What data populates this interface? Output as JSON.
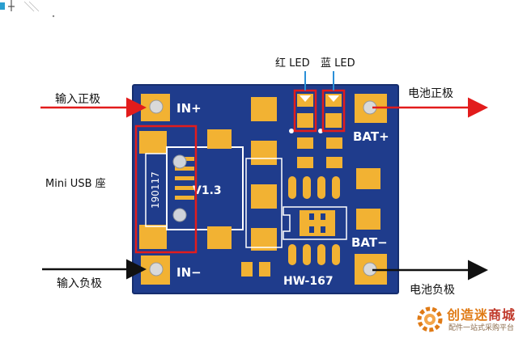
{
  "labels": {
    "input_positive": "输入正极",
    "input_negative": "输入负极",
    "mini_usb": "Mini USB 座",
    "red_led": "红 LED",
    "blue_led": "蓝 LED",
    "bat_positive_out": "电池正极",
    "bat_negative_out": "电池负极"
  },
  "silkscreen": {
    "in_plus": "IN+",
    "in_minus": "IN−",
    "bat_plus": "BAT+",
    "bat_minus": "BAT−",
    "model": "HW-167",
    "version": "V1.3",
    "date_code": "190117"
  },
  "watermark": {
    "title_a": "创造迷",
    "title_b": "商城",
    "subtitle": "配件一站式采购平台"
  },
  "colors": {
    "board": "#1f3c8c",
    "pad": "#f2b233",
    "highlight": "#e21c1c",
    "led_line": "#2a8fd8",
    "arrow_red": "#e21c1c",
    "arrow_black": "#111111"
  }
}
